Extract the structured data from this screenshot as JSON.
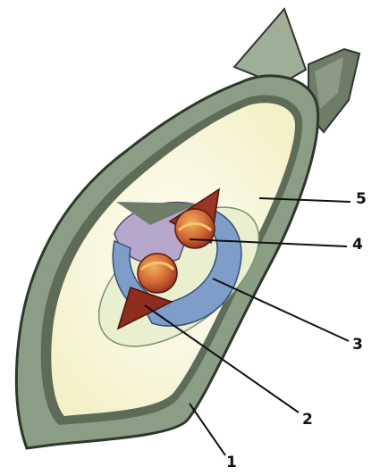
{
  "diagram": {
    "callouts": [
      {
        "id": "callout-1",
        "number": "1"
      },
      {
        "id": "callout-2",
        "number": "2"
      },
      {
        "id": "callout-3",
        "number": "3"
      },
      {
        "id": "callout-4",
        "number": "4"
      },
      {
        "id": "callout-5",
        "number": "5"
      }
    ],
    "colors": {
      "casing": "#8b9d84",
      "casing_dark": "#3f4a3c",
      "fin": "#9fae97",
      "interior": "#f8f6d8",
      "interior_glow": "#fdfdf1",
      "reflector_blue": "#7e9ec9",
      "reflector_purple": "#b7a7cb",
      "charge_core": "#c95a30",
      "charge_cone": "#8e2c20",
      "leader_line": "#111111"
    }
  }
}
